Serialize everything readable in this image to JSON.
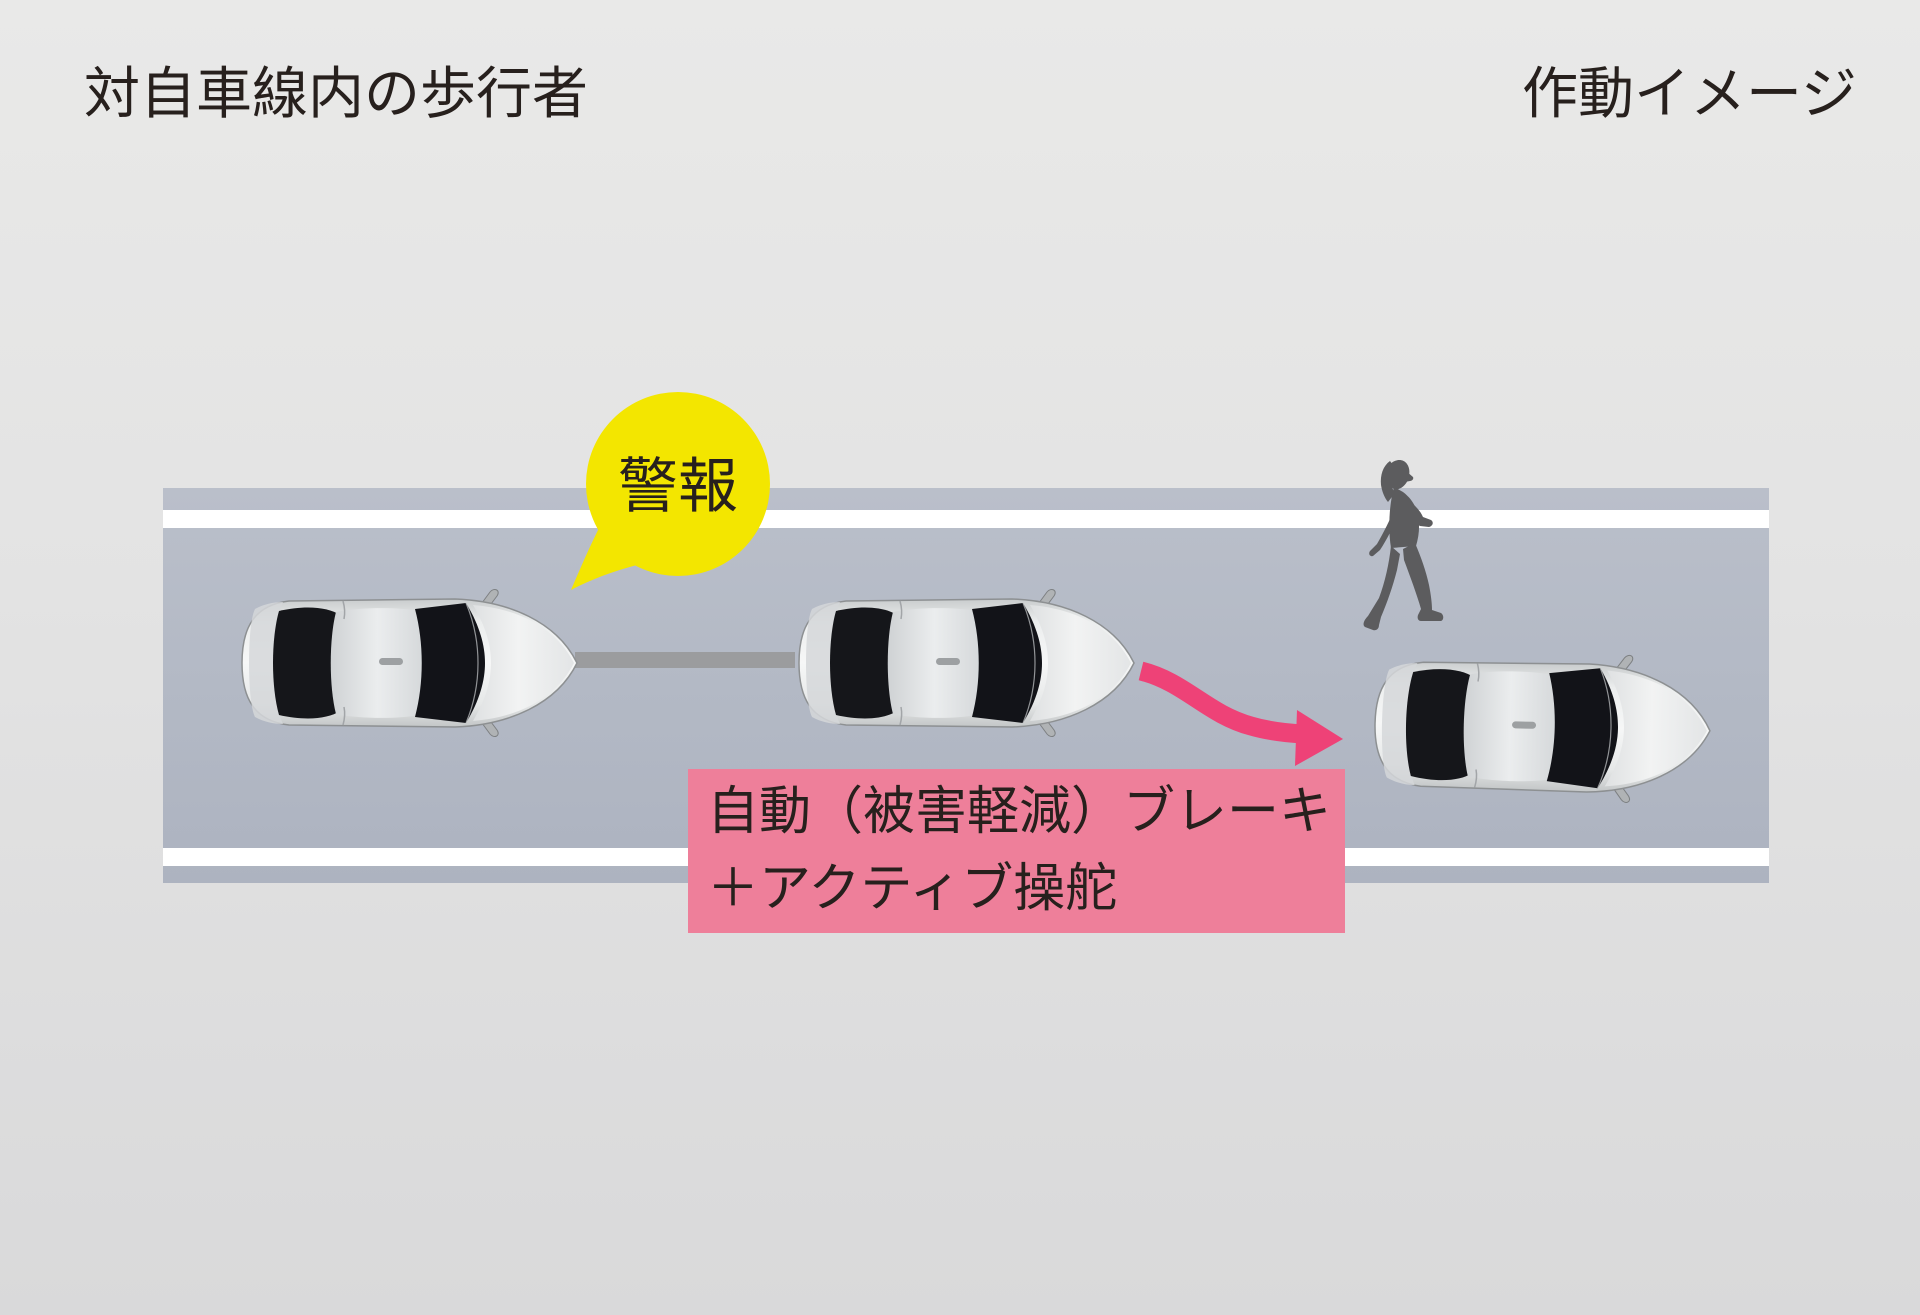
{
  "header": {
    "title_left": "対自車線内の歩行者",
    "title_right": "作動イメージ"
  },
  "scene": {
    "alert_bubble_label": "警報",
    "action_label_line1": "自動（被害軽減）ブレーキ",
    "action_label_line2": "＋アクティブ操舵",
    "elements": [
      "road",
      "lane-line-top",
      "lane-line-bottom",
      "distance-bar",
      "car-stage-1",
      "car-stage-2",
      "car-stage-3",
      "steering-arrow",
      "alert-bubble",
      "pedestrian"
    ]
  },
  "colors": {
    "background_top": "#e9e9e8",
    "background_bottom": "#d9d9da",
    "road_surface": "#b4bac6",
    "lane_line": "#ffffff",
    "alert_yellow": "#f3e600",
    "arrow_pink": "#ee4277",
    "label_pink": "#ee7f9a",
    "connector_gray": "#9b9c9e",
    "pedestrian_gray": "#5c5c5e",
    "text_dark": "#27201d"
  }
}
